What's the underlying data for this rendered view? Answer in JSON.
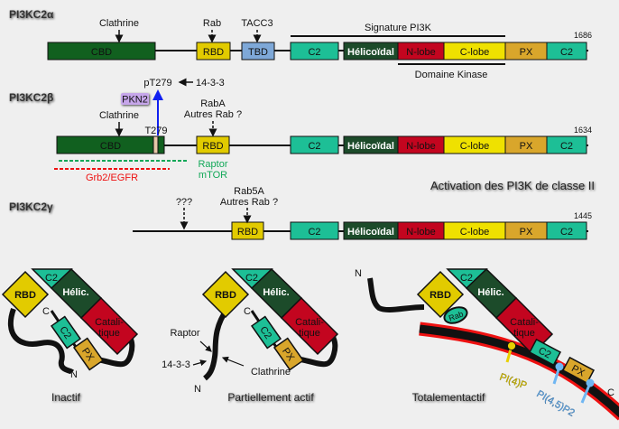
{
  "colors": {
    "CBD": "#11601f",
    "RBD": "#e2cb00",
    "TBD": "#7ea8d8",
    "C2": "#1dbf96",
    "Helicoidal": "#1c4b2a",
    "Nlobe": "#c3051f",
    "Clobe": "#efe100",
    "PX": "#d9a62b",
    "membrane_core": "#111111",
    "membrane_edge": "#ee1111",
    "pi4p": "#e8d000",
    "pi45p2": "#6fb6f2",
    "pkn2_bg": "#c6a6ea",
    "raptor_green": "#12a858",
    "grb2_red": "#ee1111",
    "arrow_blue": "#1020f0"
  },
  "proteins": [
    {
      "name": "PI3KC2α",
      "length": "1686",
      "domains": [
        {
          "label": "CBD",
          "color": "#11601f",
          "text_color": "#111"
        },
        {
          "label": "RBD",
          "color": "#e2cb00",
          "text_color": "#111"
        },
        {
          "label": "TBD",
          "color": "#7ea8d8",
          "text_color": "#111"
        },
        {
          "label": "C2",
          "color": "#1dbf96",
          "text_color": "#111"
        },
        {
          "label": "Hélicoïdal",
          "color": "#1c4b2a",
          "text_color": "#fff"
        },
        {
          "label": "N-lobe",
          "color": "#c3051f",
          "text_color": "#111"
        },
        {
          "label": "C-lobe",
          "color": "#efe100",
          "text_color": "#111"
        },
        {
          "label": "PX",
          "color": "#d9a62b",
          "text_color": "#111"
        },
        {
          "label": "C2",
          "color": "#1dbf96",
          "text_color": "#111"
        }
      ],
      "annotations": {
        "clathrine": "Clathrine",
        "rab": "Rab",
        "tacc3": "TACC3",
        "signature": "Signature PI3K",
        "kinase": "Domaine Kinase"
      }
    },
    {
      "name": "PI3KC2β",
      "length": "1634",
      "domains": [
        {
          "label": "CBD",
          "color": "#11601f",
          "text_color": "#111"
        },
        {
          "label": "RBD",
          "color": "#e2cb00",
          "text_color": "#111"
        },
        {
          "label": "C2",
          "color": "#1dbf96",
          "text_color": "#111"
        },
        {
          "label": "Hélicoïdal",
          "color": "#1c4b2a",
          "text_color": "#fff"
        },
        {
          "label": "N-lobe",
          "color": "#c3051f",
          "text_color": "#111"
        },
        {
          "label": "C-lobe",
          "color": "#efe100",
          "text_color": "#111"
        },
        {
          "label": "PX",
          "color": "#d9a62b",
          "text_color": "#111"
        },
        {
          "label": "C2",
          "color": "#1dbf96",
          "text_color": "#111"
        }
      ],
      "annotations": {
        "pt279": "pT279",
        "fourteen33": "14-3-3",
        "pkn2": "PKN2",
        "clathrine": "Clathrine",
        "t279": "T279",
        "raba": "RabA",
        "autres_rab": "Autres Rab ?",
        "raptor": "Raptor",
        "mtor": "mTOR",
        "grb2": "Grb2/EGFR"
      }
    },
    {
      "name": "PI3KC2γ",
      "length": "1445",
      "domains": [
        {
          "label": "RBD",
          "color": "#e2cb00",
          "text_color": "#111"
        },
        {
          "label": "C2",
          "color": "#1dbf96",
          "text_color": "#111"
        },
        {
          "label": "Hélicoïdal",
          "color": "#1c4b2a",
          "text_color": "#fff"
        },
        {
          "label": "N-lobe",
          "color": "#c3051f",
          "text_color": "#111"
        },
        {
          "label": "C-lobe",
          "color": "#efe100",
          "text_color": "#111"
        },
        {
          "label": "PX",
          "color": "#d9a62b",
          "text_color": "#111"
        },
        {
          "label": "C2",
          "color": "#1dbf96",
          "text_color": "#111"
        }
      ],
      "annotations": {
        "unknown": "???",
        "rab5a": "Rab5A",
        "autres_rab": "Autres Rab ?"
      }
    }
  ],
  "heading": "Activation des PI3K de classe II",
  "cartoon": {
    "rbd": "RBD",
    "c2": "C2",
    "helic": "Hélic.",
    "catal_1": "Catali-",
    "catal_2": "tique",
    "px": "PX",
    "n": "N",
    "c": "C",
    "rab": "Rab",
    "raptor": "Raptor",
    "fourteen33": "14-3-3",
    "clathrine": "Clathrine",
    "pi4p": "PI(4)P",
    "pi45p2": "PI(4,5)P2"
  },
  "states": [
    "Inactif",
    "Partiellement actif",
    "Totalementactif"
  ]
}
